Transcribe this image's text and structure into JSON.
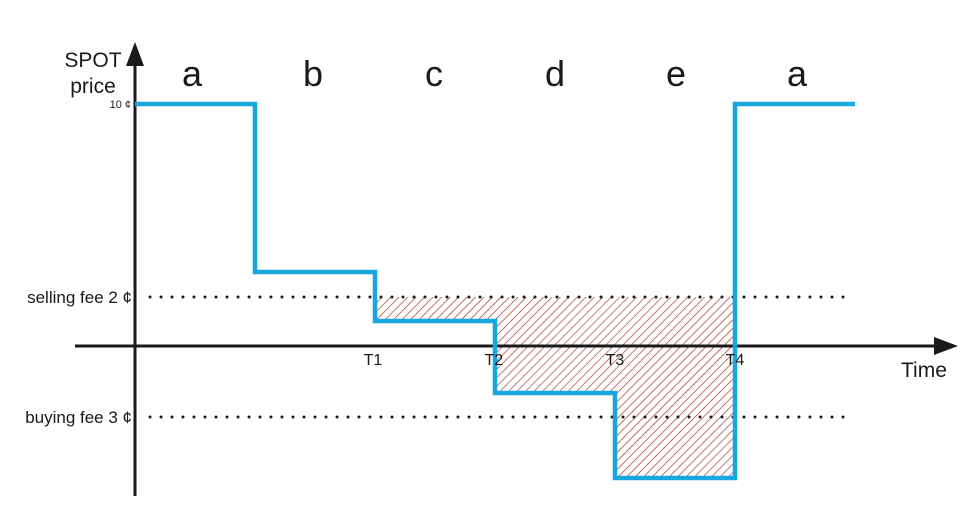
{
  "axes": {
    "y_title_line1": "SPOT",
    "y_title_line2": "price",
    "x_title": "Time"
  },
  "price_top_label": "10 ¢",
  "periods": [
    "a",
    "b",
    "c",
    "d",
    "e",
    "a"
  ],
  "fees": {
    "selling": "selling fee 2 ¢",
    "buying": "buying fee 3 ¢"
  },
  "time_marks": [
    "T1",
    "T2",
    "T3",
    "T4"
  ],
  "colors": {
    "price_line": "#16a6e0",
    "hatch": "#a01818",
    "axis": "#1a1a1a"
  }
}
